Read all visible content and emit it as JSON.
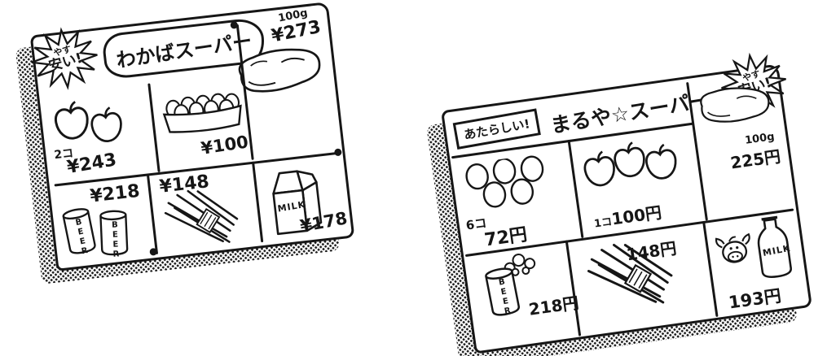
{
  "wakaba": {
    "burst": {
      "small": "やす",
      "main": "安い!"
    },
    "title": "わかばスーパー",
    "meat": {
      "weight": "100g",
      "price": "¥273"
    },
    "apples": {
      "qty": "2コ",
      "price": "¥243"
    },
    "eggs": {
      "price": "¥100"
    },
    "beer": {
      "price": "¥218",
      "label": "BEER"
    },
    "asparagus": {
      "price": "¥148"
    },
    "milk": {
      "price": "¥178",
      "label": "MILK"
    }
  },
  "maruya": {
    "banner": "あたらしい!",
    "title": "まるや☆スーパー",
    "burst": {
      "small": "やす",
      "main": "安い!"
    },
    "eggs": {
      "qty": "6コ",
      "price": "72円"
    },
    "apples": {
      "qty": "1コ",
      "price": "100円"
    },
    "meat": {
      "weight": "100g",
      "price": "225円"
    },
    "beer": {
      "price": "218円",
      "label": "BEER"
    },
    "asparagus": {
      "price": "148円"
    },
    "milk": {
      "price": "193円",
      "label": "MILK"
    }
  }
}
